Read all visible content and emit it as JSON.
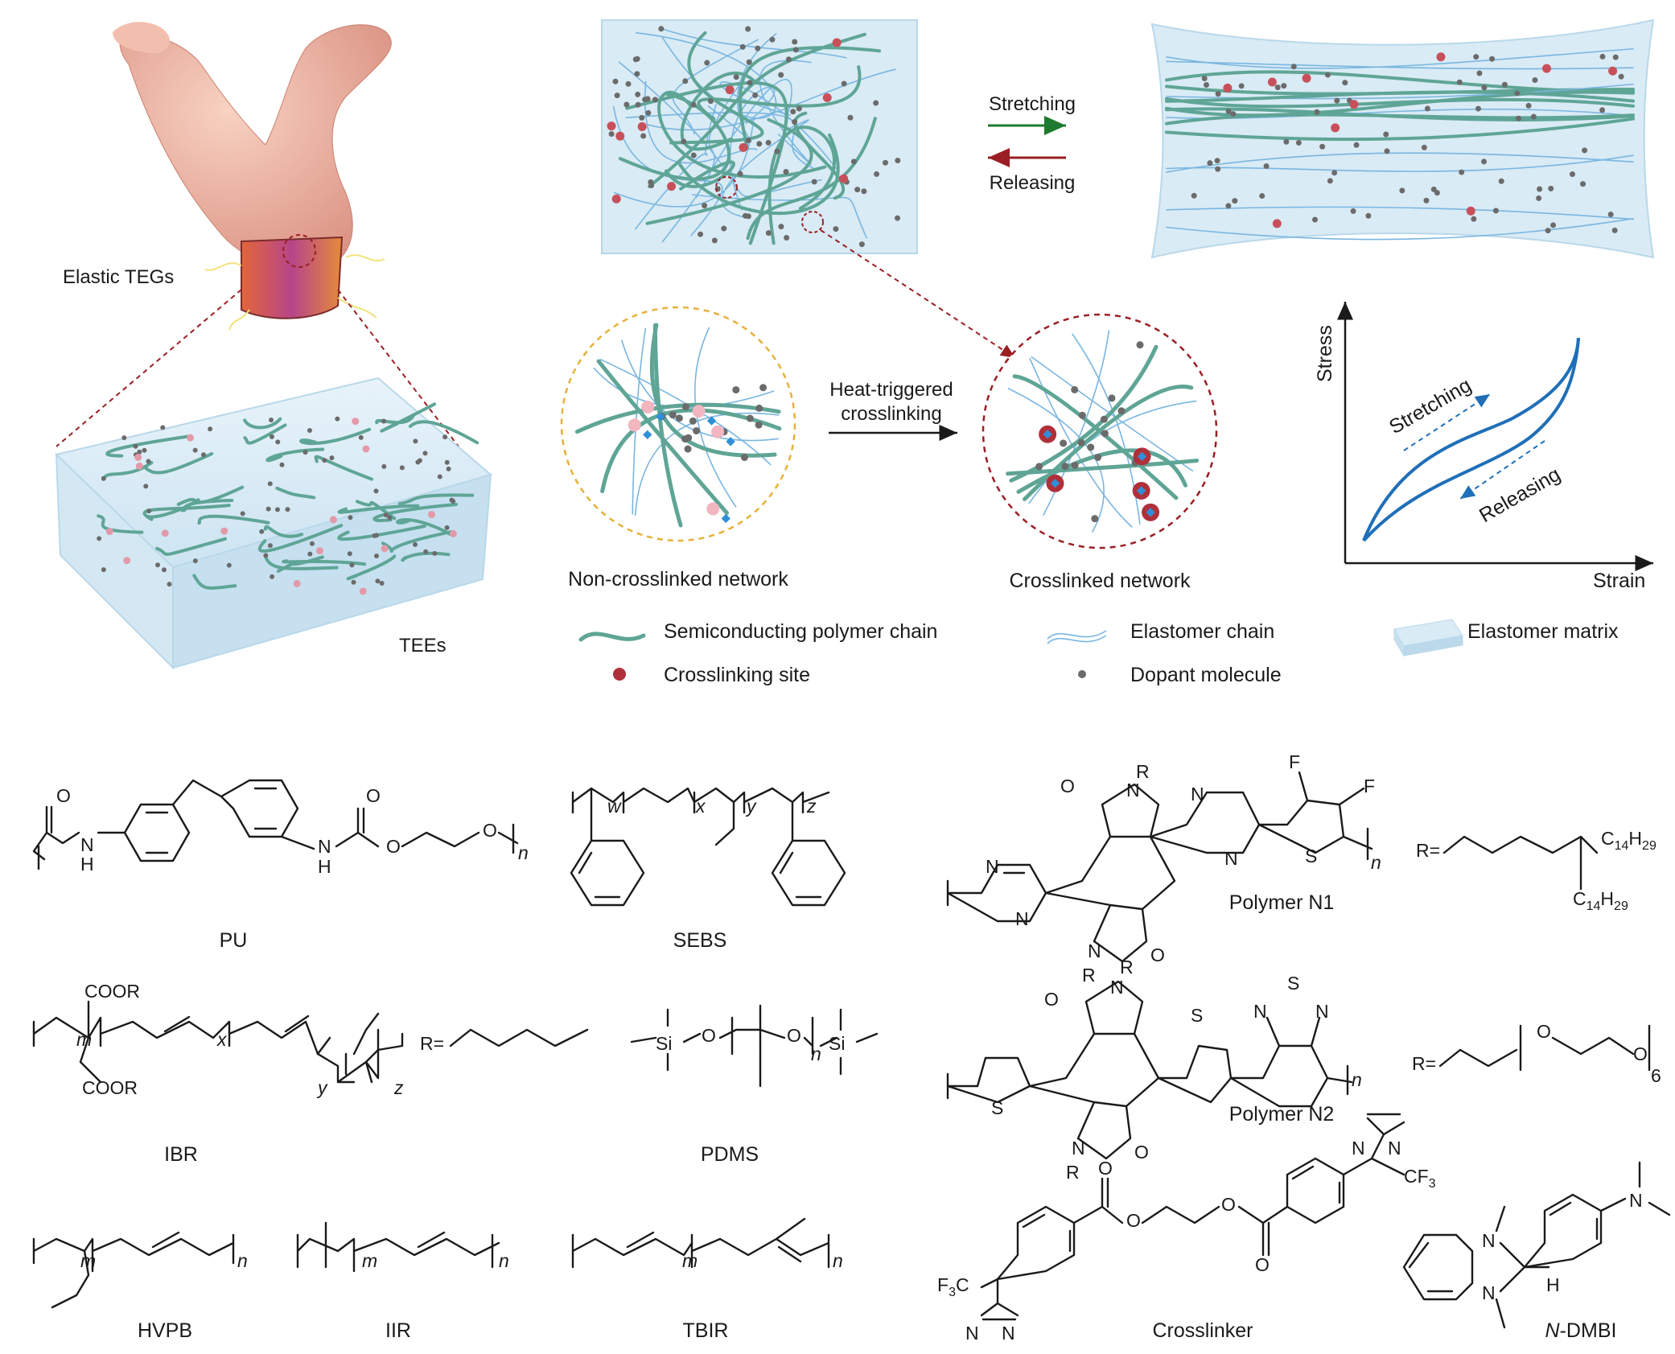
{
  "top": {
    "elastic_tegs_label": "Elastic TEGs",
    "tees_label": "TEEs",
    "stretching_label": "Stretching",
    "releasing_label": "Releasing",
    "heat_label_line1": "Heat-triggered",
    "heat_label_line2": "crosslinking",
    "non_crosslinked_label": "Non-crosslinked network",
    "crosslinked_label": "Crosslinked network"
  },
  "curve_plot": {
    "y_axis": "Stress",
    "x_axis": "Strain",
    "stretching": "Stretching",
    "releasing": "Releasing"
  },
  "legend": {
    "semiconducting": "Semiconducting polymer chain",
    "elastomer_chain": "Elastomer chain",
    "elastomer_matrix": "Elastomer matrix",
    "crosslinking_site": "Crosslinking site",
    "dopant": "Dopant molecule"
  },
  "structures": {
    "pu": "PU",
    "sebs": "SEBS",
    "polymer_n1": "Polymer N1",
    "ibr": "IBR",
    "pdms": "PDMS",
    "polymer_n2": "Polymer N2",
    "hvpb": "HVPB",
    "iir": "IIR",
    "tbir": "TBIR",
    "crosslinker": "Crosslinker",
    "ndmbi_italic": "N",
    "ndmbi_rest": "-DMBI"
  },
  "colors": {
    "semiconducting_chain": "#5fa596",
    "elastomer_chain": "#7ab6e0",
    "matrix": "#d9ebf5",
    "crosslink_site": "#b0303a",
    "dopant": "#6b6b6b",
    "stretch_arrow": "#1e7a2e",
    "release_arrow": "#9a1f24",
    "curve": "#1f6fb8"
  }
}
